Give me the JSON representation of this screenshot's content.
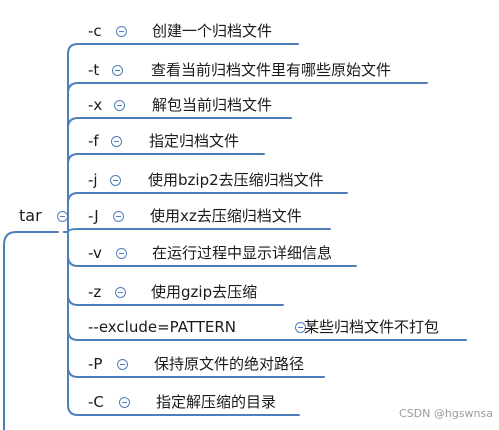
{
  "root": {
    "label": "tar"
  },
  "options": [
    {
      "flag": "-c",
      "desc": "创建一个归档文件"
    },
    {
      "flag": "-t",
      "desc": "查看当前归档文件里有哪些原始文件"
    },
    {
      "flag": "-x",
      "desc": "解包当前归档文件"
    },
    {
      "flag": "-f",
      "desc": "指定归档文件"
    },
    {
      "flag": "-j",
      "desc": "使用bzip2去压缩归档文件"
    },
    {
      "flag": "-J",
      "desc": "使用xz去压缩归档文件"
    },
    {
      "flag": "-v",
      "desc": "在运行过程中显示详细信息"
    },
    {
      "flag": "-z",
      "desc": "使用gzip去压缩"
    },
    {
      "flag": "--exclude=PATTERN",
      "desc": "某些归档文件不打包"
    },
    {
      "flag": "-P",
      "desc": "保持原文件的绝对路径"
    },
    {
      "flag": "-C",
      "desc": "指定解压缩的目录"
    }
  ],
  "watermark": "CSDN @hgswnsa",
  "colors": {
    "line": "#4f7fb8",
    "text": "#1a1a1a"
  },
  "icons": {
    "collapse": "minus-circle-icon"
  }
}
